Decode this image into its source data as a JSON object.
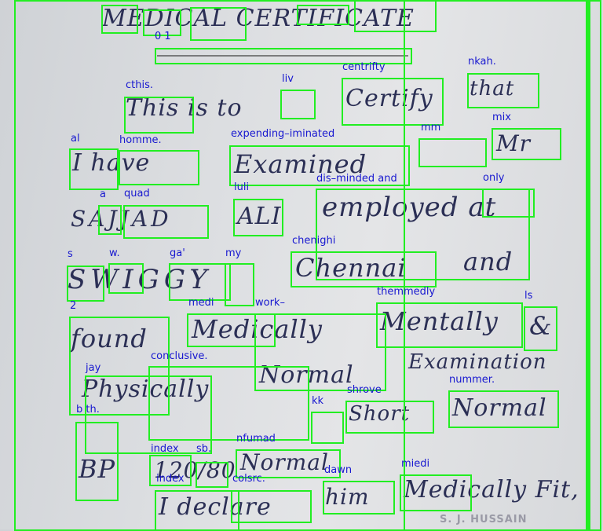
{
  "document": {
    "heading": "MEDICAL CERTIFICATE",
    "lines": [
      "This is to",
      "Certify",
      "that",
      "Mr",
      "I have",
      "Examined",
      "SAJJAD",
      "ALI",
      "employed at",
      "SWIGGY",
      "Chennai",
      "and",
      "found",
      "Medically",
      "Mentally",
      "&",
      "Physically",
      "Normal",
      "Examination",
      "BP",
      "120/80",
      "Normal",
      "Short",
      "Normal",
      "I declare",
      "him",
      "Medically Fit,"
    ],
    "stamp_text": "S. J. HUSSAIN"
  },
  "ocr_labels": [
    "0 1",
    "cthis.",
    "liv",
    "centrifty",
    "nkah.",
    "al",
    "homme.",
    "expending–iminated",
    "mm",
    "mix",
    "a",
    "quad",
    "luli",
    "dis–minded and",
    "only",
    "chenighi",
    "s",
    "w.",
    "ga'",
    "my",
    "2",
    "medi",
    "work–",
    "themmedly",
    "ls",
    "conclusive.",
    "jay",
    "b th.",
    "shrove",
    "nummer.",
    "kk",
    "index",
    "sb.",
    "nfumad",
    "dawn",
    "miedi",
    "index",
    "colsrc."
  ],
  "colors": {
    "box": "#22ee22",
    "label": "#1818d0",
    "ink": "#2b2f55",
    "paper": "#dcdee1"
  }
}
